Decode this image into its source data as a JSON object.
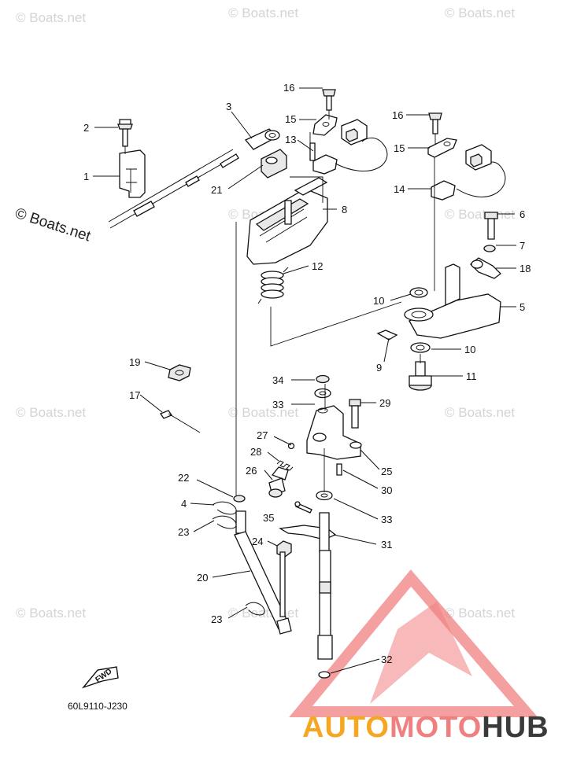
{
  "watermark_text": "© Boats.net",
  "diagram_code": "60L9110-J230",
  "fwd_label": "FWD",
  "brand": {
    "part1": "AUTO",
    "part2": "MOTO",
    "part3": "HUB",
    "color1": "#f5a623",
    "color2": "#f08080",
    "color3": "#3a3a3a"
  },
  "callouts": {
    "c1": "1",
    "c2": "2",
    "c3": "3",
    "c4": "4",
    "c5": "5",
    "c6": "6",
    "c7": "7",
    "c8": "8",
    "c9": "9",
    "c10a": "10",
    "c10b": "10",
    "c11": "11",
    "c12": "12",
    "c13": "13",
    "c14": "14",
    "c15a": "15",
    "c15b": "15",
    "c16a": "16",
    "c16b": "16",
    "c17": "17",
    "c18": "18",
    "c19": "19",
    "c20": "20",
    "c21": "21",
    "c22": "22",
    "c23a": "23",
    "c23b": "23",
    "c24": "24",
    "c25": "25",
    "c26": "26",
    "c27": "27",
    "c28": "28",
    "c29": "29",
    "c30": "30",
    "c31": "31",
    "c32": "32",
    "c33a": "33",
    "c33b": "33",
    "c34": "34",
    "c35": "35"
  }
}
